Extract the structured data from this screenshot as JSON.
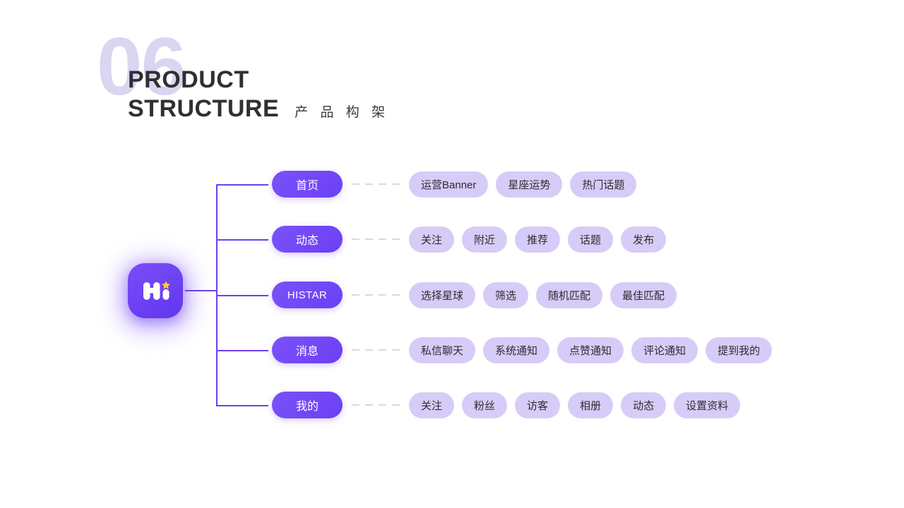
{
  "header": {
    "watermark_number": "06",
    "title_line_1": "PRODUCT",
    "title_line_2": "STRUCTURE",
    "title_cn": "产 品 构 架"
  },
  "logo": {
    "name": "Hi",
    "icon": "hi-app-logo-icon",
    "star_icon": "star-icon",
    "tile_color": "#6C3FF5",
    "glow_color": "#A98CFB",
    "star_color": "#FFC93C",
    "mark_color": "#FFFFFF"
  },
  "theme": {
    "background": "#FFFFFF",
    "primary": "#6C3FF5",
    "primary_light": "#7B52F9",
    "child_bg": "#D7CCF7",
    "line": "#6C3FF5",
    "dash": "#D9D9DE",
    "watermark": "#D8D6F0",
    "title_text": "#2F2F34",
    "child_text": "#2C2C33"
  },
  "diagram": {
    "type": "tree",
    "root": "Hi",
    "rows": [
      {
        "label": "首页",
        "latin": false,
        "children": [
          "运营Banner",
          "星座运势",
          "热门话题"
        ]
      },
      {
        "label": "动态",
        "latin": false,
        "children": [
          "关注",
          "附近",
          "推荐",
          "话题",
          "发布"
        ]
      },
      {
        "label": "HISTAR",
        "latin": true,
        "children": [
          "选择星球",
          "筛选",
          "随机匹配",
          "最佳匹配"
        ]
      },
      {
        "label": "消息",
        "latin": false,
        "children": [
          "私信聊天",
          "系统通知",
          "点赞通知",
          "评论通知",
          "提到我的"
        ]
      },
      {
        "label": "我的",
        "latin": false,
        "children": [
          "关注",
          "粉丝",
          "访客",
          "相册",
          "动态",
          "设置资料"
        ]
      }
    ]
  }
}
